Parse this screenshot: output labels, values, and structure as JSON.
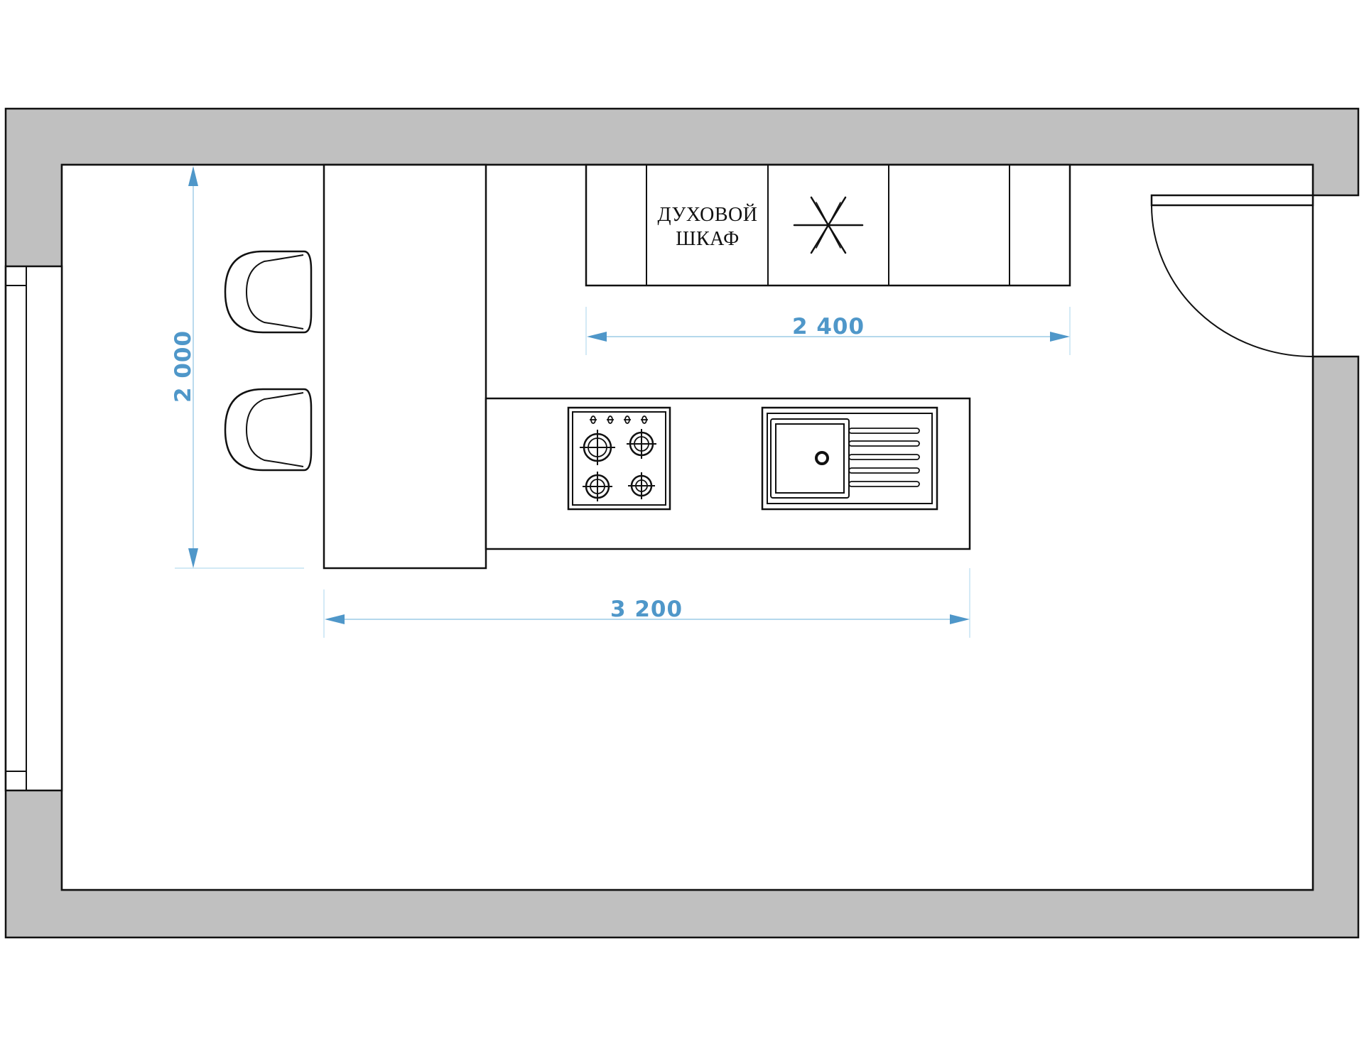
{
  "labels": {
    "oven_line1": "ДУХОВОЙ",
    "oven_line2": "ШКАФ"
  },
  "dimensions": {
    "upper_run": "2 400",
    "island_length": "3 200",
    "bar_length": "2 000"
  },
  "colors": {
    "wall": "#c0c0c0",
    "dimension": "#4f97c9",
    "dimension_line": "#9ccbe6",
    "outline": "#111111"
  }
}
